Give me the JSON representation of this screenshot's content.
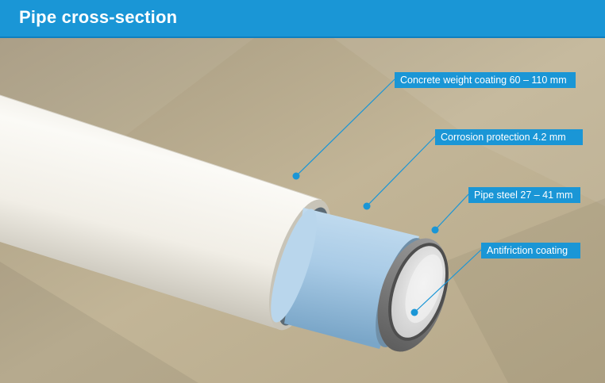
{
  "header": {
    "title": "Pipe cross-section"
  },
  "callouts": [
    {
      "id": "concrete",
      "text": "Concrete weight coating 60 – 110 mm"
    },
    {
      "id": "corrosion",
      "text": "Corrosion protection 4.2 mm"
    },
    {
      "id": "steel",
      "text": "Pipe steel 27 – 41 mm"
    },
    {
      "id": "antifriction",
      "text": "Antifriction coating"
    }
  ],
  "colors": {
    "header": "#1a96d6",
    "background": "#b8a98a",
    "concrete": "#f4f2ec",
    "corrosion": "#a9cbe6",
    "steel": "#7d7d7d",
    "inner": "#e6e6e6",
    "leader": "#1a96d6"
  }
}
